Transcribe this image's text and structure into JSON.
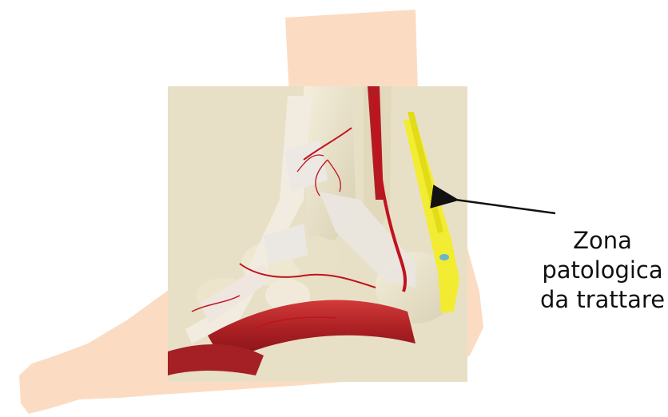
{
  "annotation": {
    "lines": [
      "Zona",
      "patologica",
      "da trattare"
    ]
  },
  "colors": {
    "background": "#ffffff",
    "skin": "#fbdcc3",
    "bone": "#ece5cc",
    "tendon": "#f1ebdf",
    "muscle": "#b8272a",
    "artery": "#c1121f",
    "highlight": "#f2ec2a",
    "arrow": "#111111",
    "text": "#111111"
  },
  "icons": {
    "pointer": "arrow-icon"
  }
}
